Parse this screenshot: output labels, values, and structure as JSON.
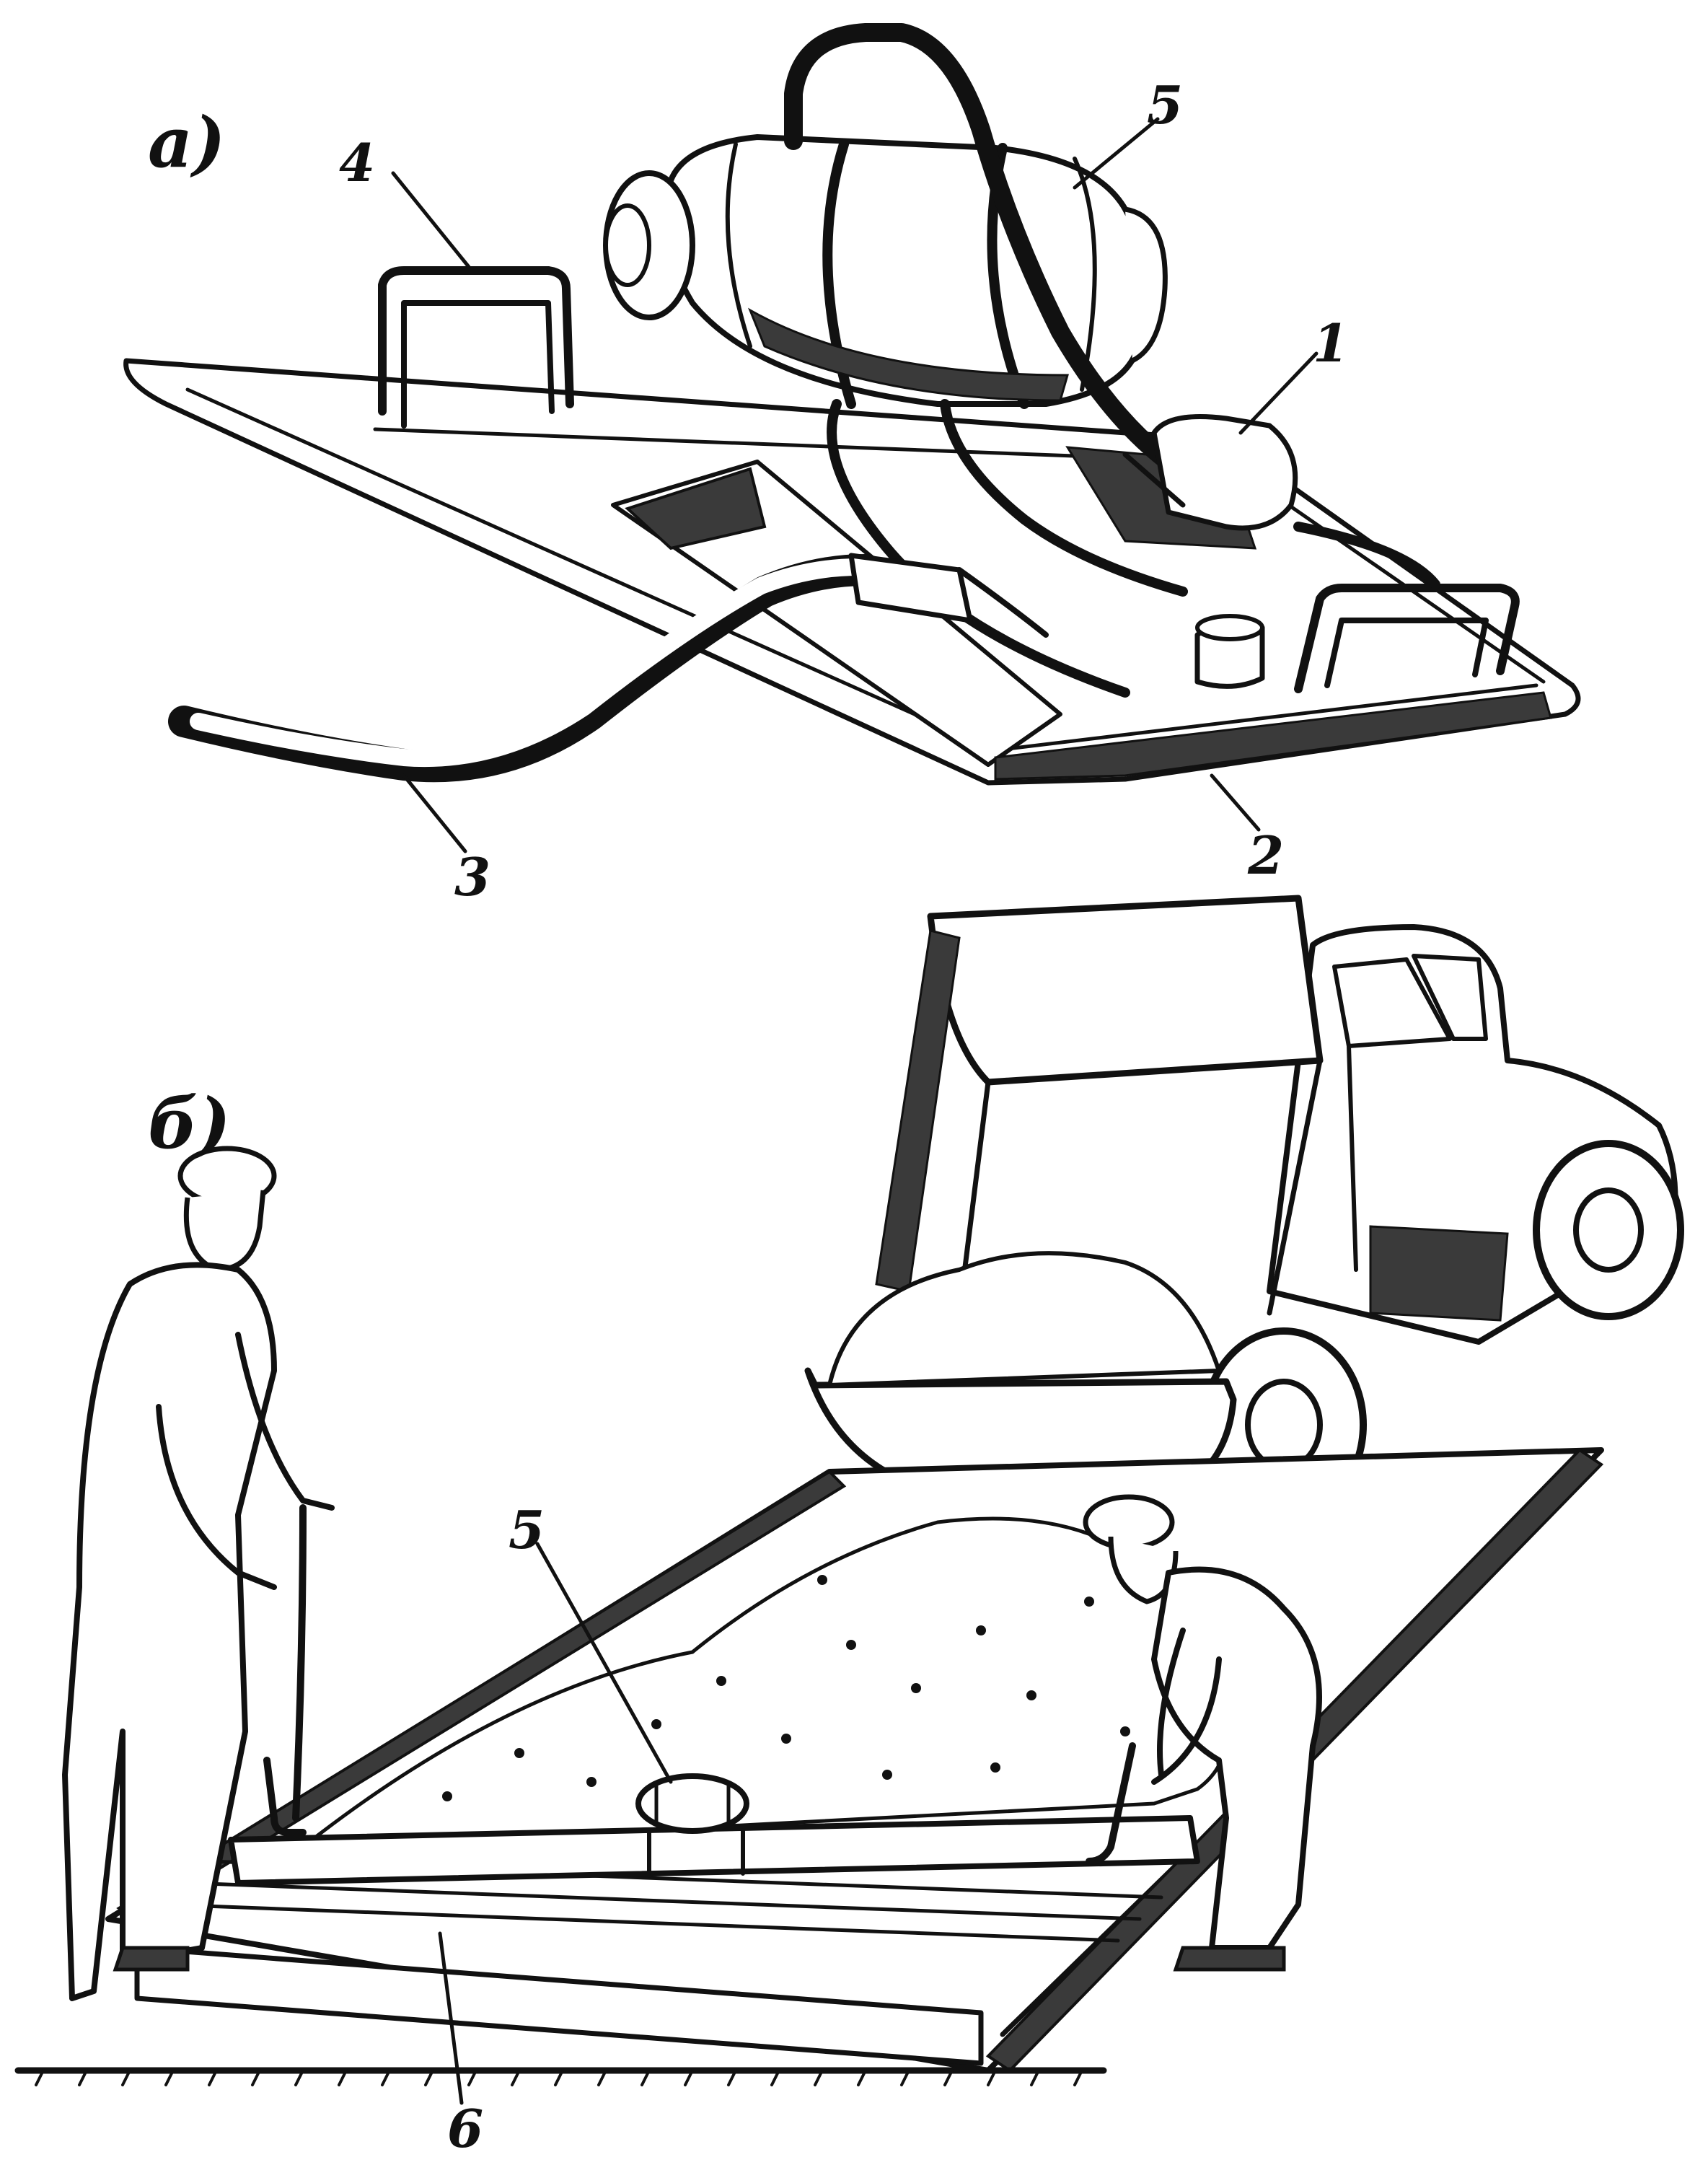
{
  "panels": {
    "a": {
      "label": "а)",
      "callouts": {
        "c1": "1",
        "c2": "2",
        "c3": "3",
        "c4": "4",
        "c5": "5"
      }
    },
    "b": {
      "label": "б)",
      "callouts": {
        "c5": "5",
        "c6": "6"
      }
    }
  },
  "colors": {
    "ink": "#111111",
    "paper": "#ffffff"
  }
}
